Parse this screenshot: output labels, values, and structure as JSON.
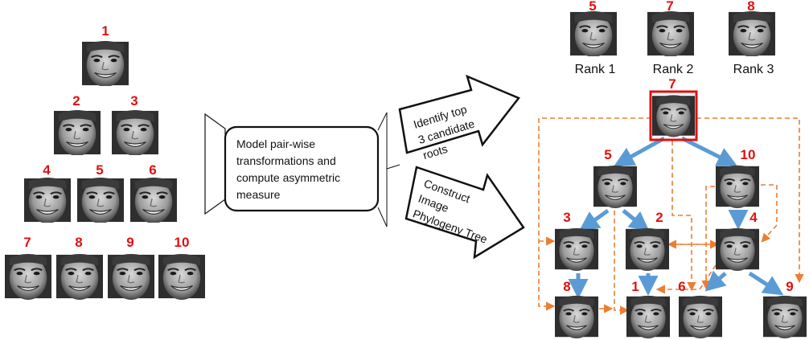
{
  "colors": {
    "index_label": "#e01010",
    "tree_edge": "#5b9bd5",
    "dashed_edge": "#ed7d31",
    "root_highlight": "#e01010",
    "outline": "#111111"
  },
  "input_pyramid": {
    "row1": [
      "1"
    ],
    "row2": [
      "2",
      "3"
    ],
    "row3": [
      "4",
      "5",
      "6"
    ],
    "row4": [
      "7",
      "8",
      "9",
      "10"
    ]
  },
  "process": {
    "step_box": [
      "Model pair-wise",
      "transformations and",
      "compute asymmetric",
      "measure"
    ],
    "arrow_roots": [
      "Identify top",
      "3 candidate",
      "roots"
    ],
    "arrow_tree": [
      "Construct",
      "Image",
      "Phylogeny Tree"
    ]
  },
  "candidate_roots": [
    {
      "index": "5",
      "rank": "Rank 1"
    },
    {
      "index": "7",
      "rank": "Rank 2"
    },
    {
      "index": "8",
      "rank": "Rank 3"
    }
  ],
  "tree": {
    "root": "7",
    "level1": [
      "5",
      "10"
    ],
    "level2": [
      "3",
      "2",
      "4"
    ],
    "level3": [
      "8",
      "1",
      "6",
      "9"
    ],
    "edges": [
      [
        "7",
        "5"
      ],
      [
        "7",
        "10"
      ],
      [
        "5",
        "3"
      ],
      [
        "5",
        "2"
      ],
      [
        "10",
        "4"
      ],
      [
        "3",
        "8"
      ],
      [
        "2",
        "1"
      ],
      [
        "4",
        "6"
      ],
      [
        "4",
        "9"
      ]
    ]
  }
}
